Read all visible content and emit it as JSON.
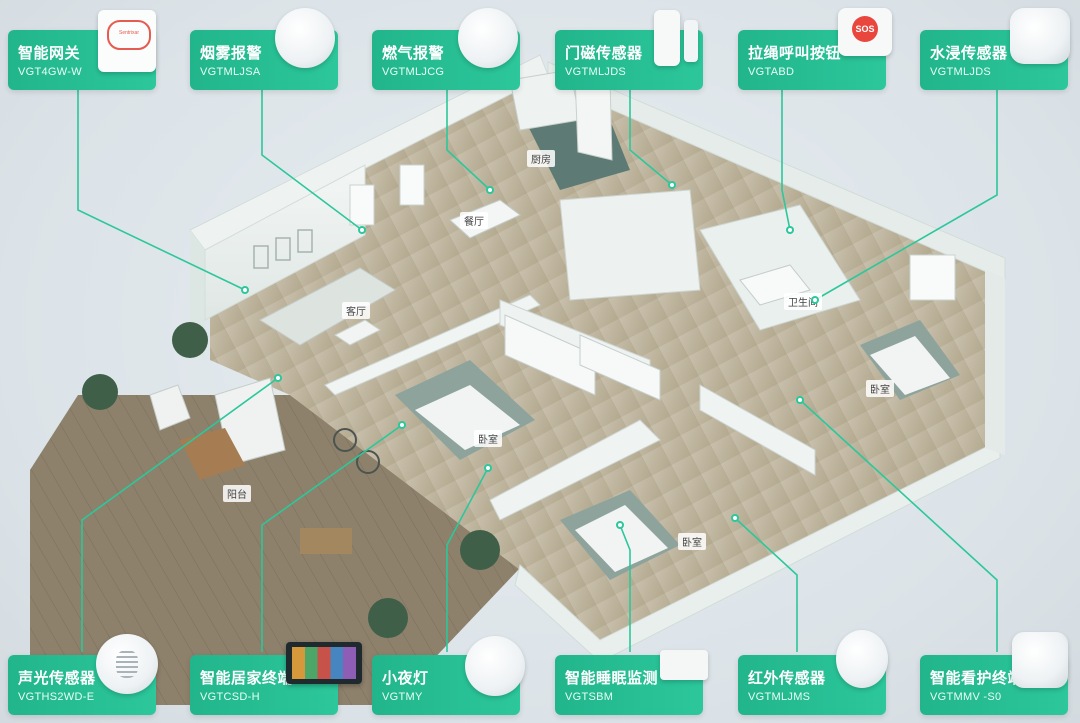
{
  "accent_color": "#2cc79b",
  "devices": [
    {
      "id": "gateway",
      "title": "智能网关",
      "model": "VGT4GW-W"
    },
    {
      "id": "smoke",
      "title": "烟雾报警",
      "model": "VGTMLJSA"
    },
    {
      "id": "gas",
      "title": "燃气报警",
      "model": "VGTMLJCG"
    },
    {
      "id": "door",
      "title": "门磁传感器",
      "model": "VGTMLJDS"
    },
    {
      "id": "pull",
      "title": "拉绳呼叫按钮",
      "model": "VGTABD"
    },
    {
      "id": "water",
      "title": "水浸传感器",
      "model": "VGTMLJDS"
    },
    {
      "id": "sound",
      "title": "声光传感器",
      "model": "VGTHS2WD-E"
    },
    {
      "id": "terminal",
      "title": "智能居家终端",
      "model": "VGTCSD-H"
    },
    {
      "id": "nightlight",
      "title": "小夜灯",
      "model": "VGTMY"
    },
    {
      "id": "sleep",
      "title": "智能睡眠监测",
      "model": "VGTSBM"
    },
    {
      "id": "infrared",
      "title": "红外传感器",
      "model": "VGTMLJMS"
    },
    {
      "id": "care",
      "title": "智能看护终端",
      "model": "VGTMMV -S0"
    }
  ],
  "rooms": {
    "kitchen": "厨房",
    "dining": "餐厅",
    "living": "客厅",
    "bathroom": "卫生间",
    "bedroom1": "卧室",
    "bedroom2": "卧室",
    "bedroom3": "卧室",
    "balcony": "阳台"
  },
  "gateway_screen": "Sentrixar",
  "pull_button_text": "SOS"
}
